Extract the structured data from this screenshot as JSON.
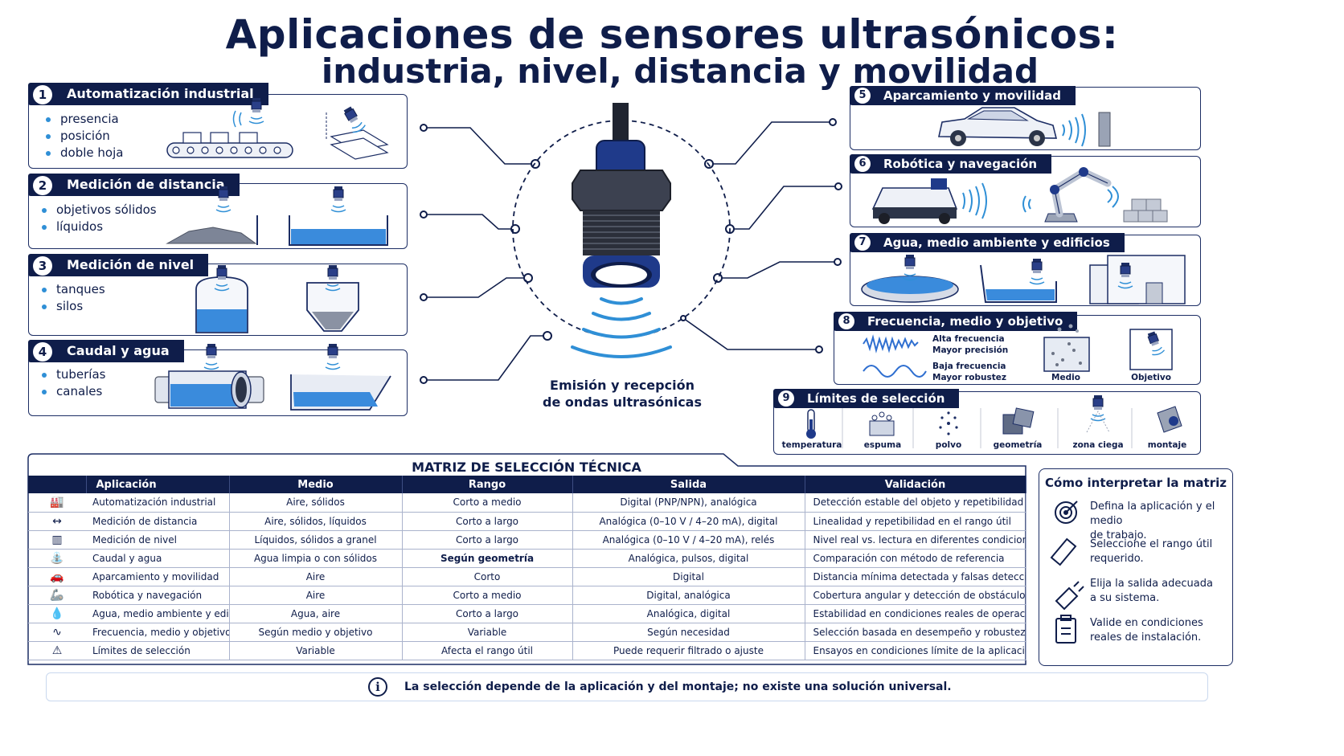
{
  "title": {
    "line1": "Aplicaciones de sensores ultrasónicos:",
    "line2": "industria, nivel, distancia y movilidad"
  },
  "colors": {
    "navy": "#0f1d4a",
    "accent_blue": "#2f8fd6",
    "water": "#3a8bdc"
  },
  "center": {
    "caption_line1": "Emisión y recepción",
    "caption_line2": "de ondas ultrasónicas"
  },
  "left_panels": [
    {
      "num": "1",
      "title": "Automatización industrial",
      "items": [
        "presencia",
        "posición",
        "doble hoja"
      ]
    },
    {
      "num": "2",
      "title": "Medición de distancia",
      "items": [
        "objetivos sólidos",
        "líquidos"
      ]
    },
    {
      "num": "3",
      "title": "Medición de nivel",
      "items": [
        "tanques",
        "silos"
      ]
    },
    {
      "num": "4",
      "title": "Caudal y agua",
      "items": [
        "tuberías",
        "canales"
      ]
    }
  ],
  "right_panels": [
    {
      "num": "5",
      "title": "Aparcamiento y movilidad"
    },
    {
      "num": "6",
      "title": "Robótica y navegación"
    },
    {
      "num": "7",
      "title": "Agua, medio ambiente y edificios"
    },
    {
      "num": "8",
      "title": "Frecuencia, medio y objetivo",
      "high_freq": "Alta frecuencia",
      "high_freq_note": "Mayor precisión",
      "low_freq": "Baja frecuencia",
      "low_freq_note": "Mayor robustez",
      "medio": "Medio",
      "objetivo": "Objetivo"
    },
    {
      "num": "9",
      "title": "Límites de selección",
      "limits": [
        "temperatura",
        "espuma",
        "polvo",
        "geometría",
        "zona ciega",
        "montaje"
      ]
    }
  ],
  "matrix": {
    "title": "MATRIZ DE SELECCIÓN TÉCNICA",
    "headers": [
      "Aplicación",
      "Medio",
      "Rango",
      "Salida",
      "Validación"
    ],
    "rows": [
      {
        "icon": "factory-icon",
        "glyph": "🏭",
        "cells": [
          "Automatización industrial",
          "Aire, sólidos",
          "Corto a medio",
          "Digital (PNP/NPN), analógica",
          "Detección estable del objeto y repetibilidad"
        ]
      },
      {
        "icon": "distance-icon",
        "glyph": "↔",
        "cells": [
          "Medición de distancia",
          "Aire, sólidos, líquidos",
          "Corto a largo",
          "Analógica (0–10 V / 4–20 mA), digital",
          "Linealidad y repetibilidad en el rango útil"
        ]
      },
      {
        "icon": "tank-icon",
        "glyph": "▥",
        "cells": [
          "Medición de nivel",
          "Líquidos, sólidos a granel",
          "Corto a largo",
          "Analógica (0–10 V / 4–20 mA), relés",
          "Nivel real vs. lectura en diferentes condiciones"
        ]
      },
      {
        "icon": "faucet-icon",
        "glyph": "⛲",
        "cells": [
          "Caudal y agua",
          "Agua limpia o con sólidos",
          "Según geometría",
          "Analógica, pulsos, digital",
          "Comparación con método de referencia"
        ]
      },
      {
        "icon": "car-icon",
        "glyph": "🚗",
        "cells": [
          "Aparcamiento y movilidad",
          "Aire",
          "Corto",
          "Digital",
          "Distancia mínima detectada y falsas detecciones"
        ]
      },
      {
        "icon": "robot-arm-icon",
        "glyph": "🦾",
        "cells": [
          "Robótica y navegación",
          "Aire",
          "Corto a medio",
          "Digital, analógica",
          "Cobertura angular y detección de obstáculos"
        ]
      },
      {
        "icon": "water-drop-icon",
        "glyph": "💧",
        "cells": [
          "Agua, medio ambiente y edificios",
          "Agua, aire",
          "Corto a largo",
          "Analógica, digital",
          "Estabilidad en condiciones reales de operación"
        ]
      },
      {
        "icon": "waveform-icon",
        "glyph": "∿",
        "cells": [
          "Frecuencia, medio y objetivo",
          "Según medio y objetivo",
          "Variable",
          "Según necesidad",
          "Selección basada en desempeño y robustez"
        ]
      },
      {
        "icon": "warning-icon",
        "glyph": "⚠",
        "cells": [
          "Límites de selección",
          "Variable",
          "Afecta el rango útil",
          "Puede requerir filtrado o ajuste",
          "Ensayos en condiciones límite de la aplicación"
        ]
      }
    ]
  },
  "interpret": {
    "title": "Cómo interpretar la matriz",
    "steps": [
      {
        "icon": "target-icon",
        "l1": "Defina la aplicación y el medio",
        "l2": "de trabajo."
      },
      {
        "icon": "ruler-icon",
        "l1": "Seleccione el rango útil",
        "l2": "requerido."
      },
      {
        "icon": "plug-icon",
        "l1": "Elija la salida adecuada",
        "l2": "a su sistema."
      },
      {
        "icon": "clipboard-icon",
        "l1": "Valide en condiciones",
        "l2": "reales de instalación."
      }
    ]
  },
  "footer": {
    "info": "i",
    "text": "La selección depende de la aplicación y del montaje; no existe una solución universal."
  }
}
